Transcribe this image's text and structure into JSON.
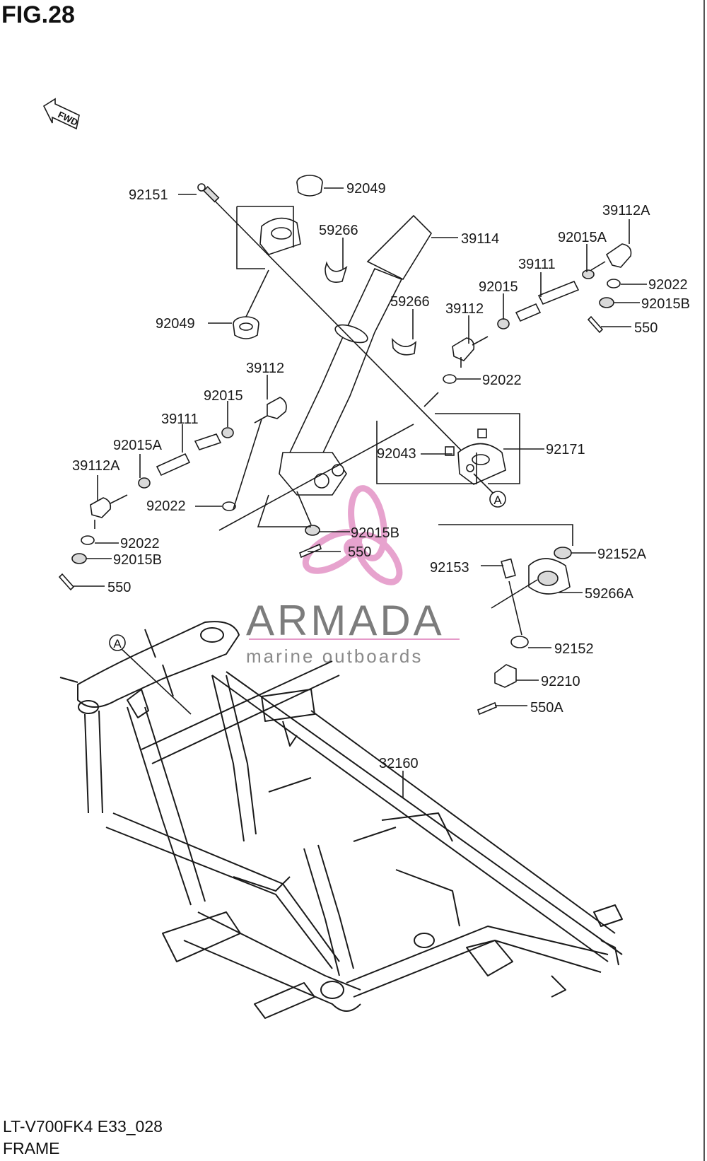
{
  "figure": {
    "title": "FIG.28"
  },
  "fwd_label": "FWD",
  "callout_marker": "A",
  "watermark": {
    "brand": "ARMADA",
    "tagline": "marine outboards",
    "accent_color": "#e59ac9"
  },
  "footer": {
    "model_code": "LT-V700FK4 E33_028",
    "section_name": "FRAME"
  },
  "labels": {
    "p92151": "92151",
    "p92049_top": "92049",
    "p92049_left": "92049",
    "p59266_top": "59266",
    "p59266_mid": "59266",
    "p39114": "39114",
    "p39112A_right": "39112A",
    "p92015A_right": "92015A",
    "p39111_right": "39111",
    "p92015_right": "92015",
    "p92022_right_top": "92022",
    "p92015B_right": "92015B",
    "p550_right": "550",
    "p39112_right": "39112",
    "p92022_right_mid": "92022",
    "p39112_left": "39112",
    "p92015_left": "92015",
    "p39111_left": "39111",
    "p92015A_left": "92015A",
    "p39112A_left": "39112A",
    "p92043": "92043",
    "p92171": "92171",
    "p92022_left_mid": "92022",
    "p92015B_center": "92015B",
    "p550_center": "550",
    "p92022_left_bot": "92022",
    "p92015B_left": "92015B",
    "p550_left": "550",
    "p92152A": "92152A",
    "p92153": "92153",
    "p59266A": "59266A",
    "p92152": "92152",
    "p92210": "92210",
    "p550A": "550A",
    "p32160": "32160"
  }
}
